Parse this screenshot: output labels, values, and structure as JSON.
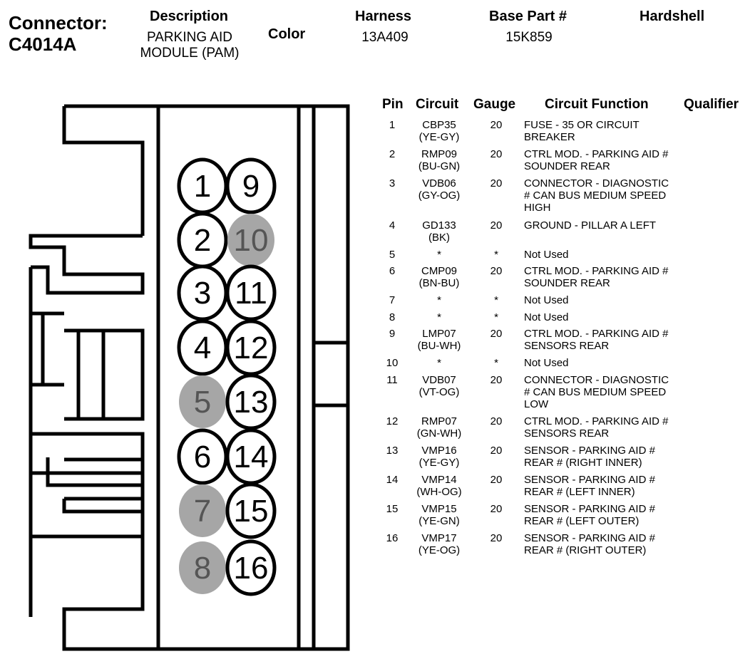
{
  "header": {
    "connector_label": "Connector:",
    "connector_id": "C4014A",
    "description_label": "Description",
    "description_value": "PARKING AID MODULE (PAM)",
    "description_line1": "PARKING AID",
    "description_line2": "MODULE (PAM)",
    "color_label": "Color",
    "color_value": "",
    "harness_label": "Harness",
    "harness_value": "13A409",
    "base_part_label": "Base Part #",
    "base_part_value": "15K859",
    "hardshell_label": "Hardshell",
    "hardshell_value": ""
  },
  "colors": {
    "outline": "#000000",
    "unused_pin_fill": "#a6a6a6",
    "unused_pin_text": "#555555",
    "background": "#ffffff"
  },
  "connector": {
    "pins_left_column": [
      1,
      2,
      3,
      4,
      5,
      6,
      7,
      8
    ],
    "pins_right_column": [
      9,
      10,
      11,
      12,
      13,
      14,
      15,
      16
    ],
    "unused_pins": [
      5,
      7,
      8,
      10
    ]
  },
  "table": {
    "headers": {
      "pin": "Pin",
      "circuit": "Circuit",
      "gauge": "Gauge",
      "function": "Circuit Function",
      "qualifier": "Qualifier"
    },
    "rows": [
      {
        "pin": "1",
        "circuit": "CBP35",
        "color": "(YE-GY)",
        "gauge": "20",
        "function": [
          "FUSE - 35 OR CIRCUIT",
          "BREAKER"
        ],
        "qualifier": ""
      },
      {
        "pin": "2",
        "circuit": "RMP09",
        "color": "(BU-GN)",
        "gauge": "20",
        "function": [
          "CTRL MOD. - PARKING AID #",
          "SOUNDER REAR"
        ],
        "qualifier": ""
      },
      {
        "pin": "3",
        "circuit": "VDB06",
        "color": "(GY-OG)",
        "gauge": "20",
        "function": [
          "CONNECTOR - DIAGNOSTIC",
          "# CAN BUS MEDIUM SPEED",
          "HIGH"
        ],
        "qualifier": ""
      },
      {
        "pin": "4",
        "circuit": "GD133",
        "color": "(BK)",
        "gauge": "20",
        "function": [
          "GROUND - PILLAR A LEFT"
        ],
        "qualifier": ""
      },
      {
        "pin": "5",
        "circuit": "*",
        "color": "",
        "gauge": "*",
        "function": [
          "Not Used"
        ],
        "qualifier": ""
      },
      {
        "pin": "6",
        "circuit": "CMP09",
        "color": "(BN-BU)",
        "gauge": "20",
        "function": [
          "CTRL MOD. - PARKING AID #",
          "SOUNDER REAR"
        ],
        "qualifier": ""
      },
      {
        "pin": "7",
        "circuit": "*",
        "color": "",
        "gauge": "*",
        "function": [
          "Not Used"
        ],
        "qualifier": ""
      },
      {
        "pin": "8",
        "circuit": "*",
        "color": "",
        "gauge": "*",
        "function": [
          "Not Used"
        ],
        "qualifier": ""
      },
      {
        "pin": "9",
        "circuit": "LMP07",
        "color": "(BU-WH)",
        "gauge": "20",
        "function": [
          "CTRL MOD. - PARKING AID #",
          "SENSORS REAR"
        ],
        "qualifier": ""
      },
      {
        "pin": "10",
        "circuit": "*",
        "color": "",
        "gauge": "*",
        "function": [
          "Not Used"
        ],
        "qualifier": ""
      },
      {
        "pin": "11",
        "circuit": "VDB07",
        "color": "(VT-OG)",
        "gauge": "20",
        "function": [
          "CONNECTOR - DIAGNOSTIC",
          "# CAN BUS MEDIUM SPEED",
          "LOW"
        ],
        "qualifier": ""
      },
      {
        "pin": "12",
        "circuit": "RMP07",
        "color": "(GN-WH)",
        "gauge": "20",
        "function": [
          "CTRL MOD. - PARKING AID #",
          "SENSORS REAR"
        ],
        "qualifier": ""
      },
      {
        "pin": "13",
        "circuit": "VMP16",
        "color": "(YE-GY)",
        "gauge": "20",
        "function": [
          "SENSOR - PARKING AID #",
          "REAR # (RIGHT INNER)"
        ],
        "qualifier": ""
      },
      {
        "pin": "14",
        "circuit": "VMP14",
        "color": "(WH-OG)",
        "gauge": "20",
        "function": [
          "SENSOR - PARKING AID #",
          "REAR # (LEFT INNER)"
        ],
        "qualifier": ""
      },
      {
        "pin": "15",
        "circuit": "VMP15",
        "color": "(YE-GN)",
        "gauge": "20",
        "function": [
          "SENSOR - PARKING AID #",
          "REAR # (LEFT OUTER)"
        ],
        "qualifier": ""
      },
      {
        "pin": "16",
        "circuit": "VMP17",
        "color": "(YE-OG)",
        "gauge": "20",
        "function": [
          "SENSOR - PARKING AID #",
          "REAR # (RIGHT OUTER)"
        ],
        "qualifier": ""
      }
    ]
  }
}
